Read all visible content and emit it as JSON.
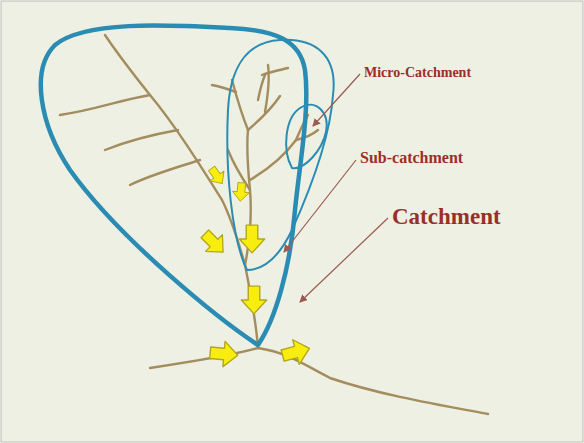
{
  "diagram": {
    "labels": [
      "Micro-Catchment",
      "Sub-catchment",
      "Catchment"
    ]
  }
}
